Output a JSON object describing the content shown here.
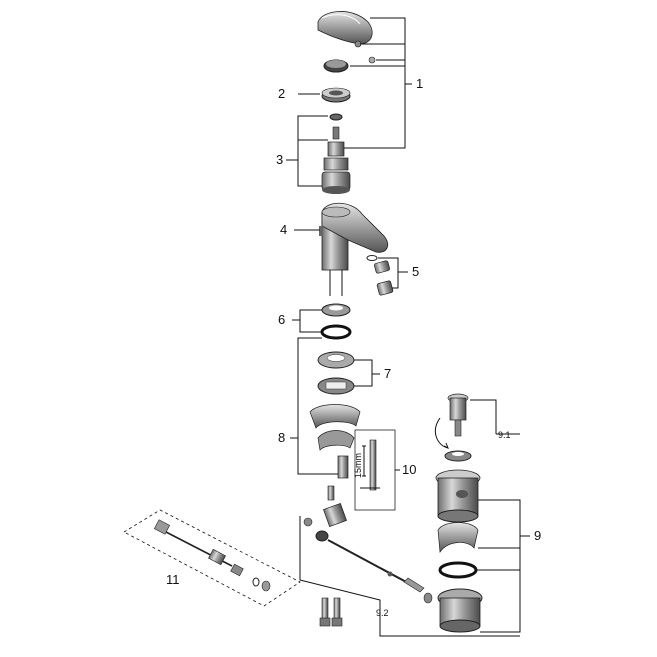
{
  "callouts": {
    "c1": "1",
    "c2": "2",
    "c3": "3",
    "c4": "4",
    "c5": "5",
    "c6": "6",
    "c7": "7",
    "c8": "8",
    "c9": "9",
    "c9_1": "9.1",
    "c9_2": "9.2",
    "c10": "10",
    "c11": "11"
  },
  "dimension_label": "15mm"
}
